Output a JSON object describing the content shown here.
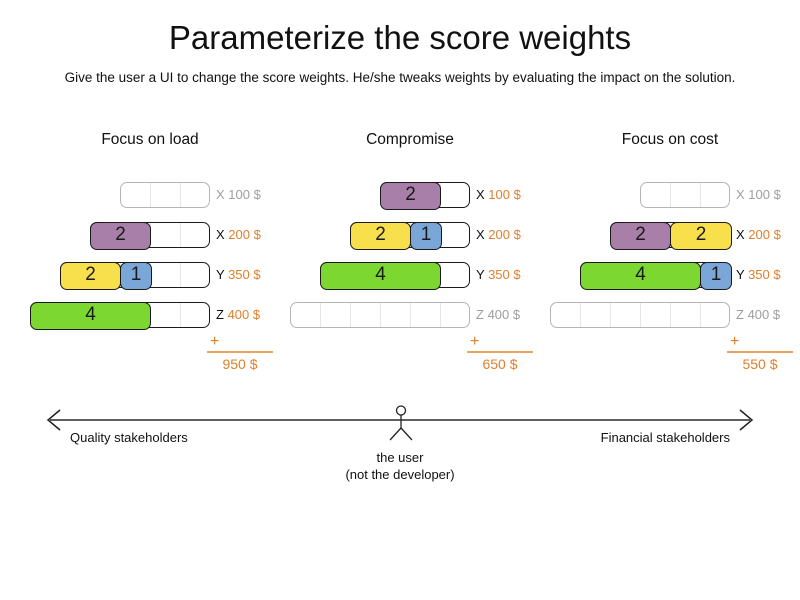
{
  "title": "Parameterize the score weights",
  "subtitle": "Give the user a UI to change the score weights. He/she tweaks weights by evaluating the impact on the solution.",
  "plus_sign": "+",
  "colors": {
    "purple": "#a87fa8",
    "yellow": "#f7e04b",
    "blue": "#7aa7d8",
    "green": "#7cd831",
    "orange_text": "#e07f2e",
    "sum_line": "#e9a463",
    "inactive_gray": "#9e9e9e",
    "arrow_gray": "#5f5f5f"
  },
  "columns": [
    {
      "title": "Focus on load",
      "total": "950 $",
      "rows": [
        {
          "constraint": "X",
          "cost": "100 $",
          "active": false,
          "capacity": 3,
          "segments": []
        },
        {
          "constraint": "X",
          "cost": "200 $",
          "active": true,
          "capacity": 4,
          "segments": [
            {
              "value": "2",
              "color": "purple",
              "units": 2
            }
          ]
        },
        {
          "constraint": "Y",
          "cost": "350 $",
          "active": true,
          "capacity": 5,
          "segments": [
            {
              "value": "2",
              "color": "yellow",
              "units": 2
            },
            {
              "value": "1",
              "color": "blue",
              "units": 1
            }
          ]
        },
        {
          "constraint": "Z",
          "cost": "400 $",
          "active": true,
          "capacity": 6,
          "segments": [
            {
              "value": "4",
              "color": "green",
              "units": 4
            }
          ]
        }
      ]
    },
    {
      "title": "Compromise",
      "total": "650 $",
      "rows": [
        {
          "constraint": "X",
          "cost": "100 $",
          "active": true,
          "capacity": 3,
          "segments": [
            {
              "value": "2",
              "color": "purple",
              "units": 2
            }
          ]
        },
        {
          "constraint": "X",
          "cost": "200 $",
          "active": true,
          "capacity": 4,
          "segments": [
            {
              "value": "2",
              "color": "yellow",
              "units": 2
            },
            {
              "value": "1",
              "color": "blue",
              "units": 1
            }
          ]
        },
        {
          "constraint": "Y",
          "cost": "350 $",
          "active": true,
          "capacity": 5,
          "segments": [
            {
              "value": "4",
              "color": "green",
              "units": 4
            }
          ]
        },
        {
          "constraint": "Z",
          "cost": "400 $",
          "active": false,
          "capacity": 6,
          "segments": []
        }
      ]
    },
    {
      "title": "Focus on cost",
      "total": "550 $",
      "rows": [
        {
          "constraint": "X",
          "cost": "100 $",
          "active": false,
          "capacity": 3,
          "segments": []
        },
        {
          "constraint": "X",
          "cost": "200 $",
          "active": true,
          "capacity": 4,
          "segments": [
            {
              "value": "2",
              "color": "purple",
              "units": 2
            },
            {
              "value": "2",
              "color": "yellow",
              "units": 2
            }
          ]
        },
        {
          "constraint": "Y",
          "cost": "350 $",
          "active": true,
          "capacity": 5,
          "segments": [
            {
              "value": "4",
              "color": "green",
              "units": 4
            },
            {
              "value": "1",
              "color": "blue",
              "units": 1
            }
          ]
        },
        {
          "constraint": "Z",
          "cost": "400 $",
          "active": false,
          "capacity": 6,
          "segments": []
        }
      ]
    }
  ],
  "spectrum": {
    "left_label": "Quality stakeholders",
    "right_label": "Financial stakeholders",
    "center_label_line1": "the user",
    "center_label_line2": "(not the developer)"
  }
}
